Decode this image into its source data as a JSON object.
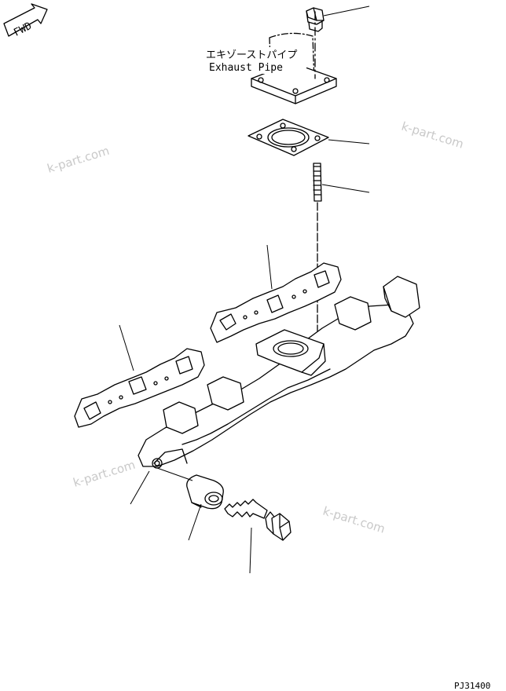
{
  "fwd_label": "FWD",
  "part_label_jp": "エキゾーストパイプ",
  "part_label_en": "Exhaust Pipe",
  "watermark": "k-part.com",
  "drawing_code": "PJ31400"
}
